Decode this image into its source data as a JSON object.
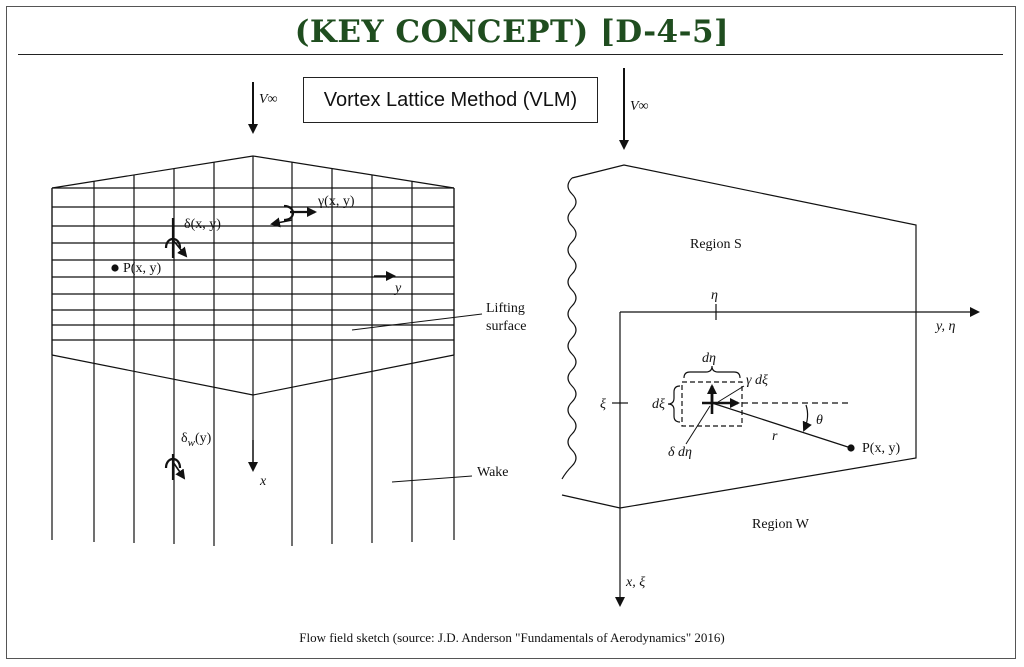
{
  "title": "(KEY CONCEPT) [D-4-5]",
  "box_label": "Vortex Lattice Method (VLM)",
  "caption": "Flow field sketch (source: J.D. Anderson \"Fundamentals of Aerodynamics\" 2016)",
  "left_figure": {
    "freestream": "V∞",
    "gamma": "γ(x, y)",
    "delta": "δ(x, y)",
    "point": "P(x, y)",
    "y_axis": "y",
    "lifting_line1": "Lifting",
    "lifting_line2": "surface",
    "delta_w": "δ",
    "delta_w_sub": "w",
    "delta_w_arg": "(y)",
    "x_axis": "x",
    "wake": "Wake"
  },
  "right_figure": {
    "freestream": "V∞",
    "region_s": "Region S",
    "eta": "η",
    "y_eta": "y, η",
    "d_eta_top": "dη",
    "gamma_dxi": "γ dξ",
    "xi": "ξ",
    "d_xi": "dξ",
    "theta": "θ",
    "r": "r",
    "point": "P(x, y)",
    "delta_deta": "δ dη",
    "region_w": "Region W",
    "x_xi": "x, ξ"
  }
}
